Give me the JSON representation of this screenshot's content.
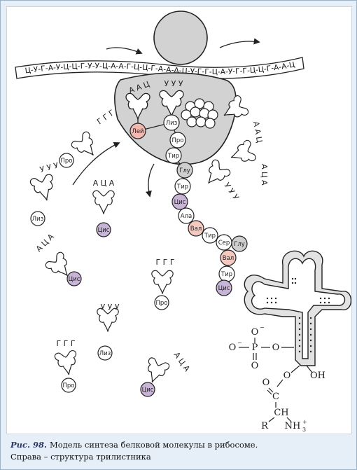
{
  "colors": {
    "ribosome": "#d2d2d2",
    "leu": "#f3b8b0",
    "cys": "#c8b4d6",
    "val": "#f6c9c0",
    "glu": "#cfcfcf",
    "white": "#ffffff",
    "frame": "#e6eef7"
  },
  "mrna": {
    "sequence": "Ц-У-Г-А-У-Ц-Ц-Г-У-У-Ц-А-А-Г-Ц-Ц-Г-А-А-А-Ц-У-Г-Г-Ц-А-У-Г-Г-Ц-Ц-Г-А-А-Ц"
  },
  "amino_acids": {
    "ley": "Лей",
    "liz": "Лиз",
    "pro": "Про",
    "tir": "Тир",
    "glu": "Глу",
    "cis": "Цис",
    "ala": "Ала",
    "val": "Вал",
    "ser": "Сер"
  },
  "codons": {
    "aac": "А А Ц",
    "uuu": "У У У",
    "ggg": "Г Г Г",
    "acua": "А Ц А"
  },
  "chem": {
    "o_minus_top": "O",
    "minus": "−",
    "o_left": "O",
    "p": "P",
    "o_mid": "O",
    "o_bottom": "O",
    "o_ester": "O",
    "oh": "OH",
    "o_carbonyl": "O",
    "c": "C",
    "ch": "CH",
    "r": "R",
    "nh": "NH",
    "sub3": "3",
    "plus": "+"
  },
  "caption": {
    "fig": "Рис. 98.",
    "line1": "Модель синтеза белковой молекулы в рибосоме.",
    "line2": "Справа – структура трилистника"
  }
}
